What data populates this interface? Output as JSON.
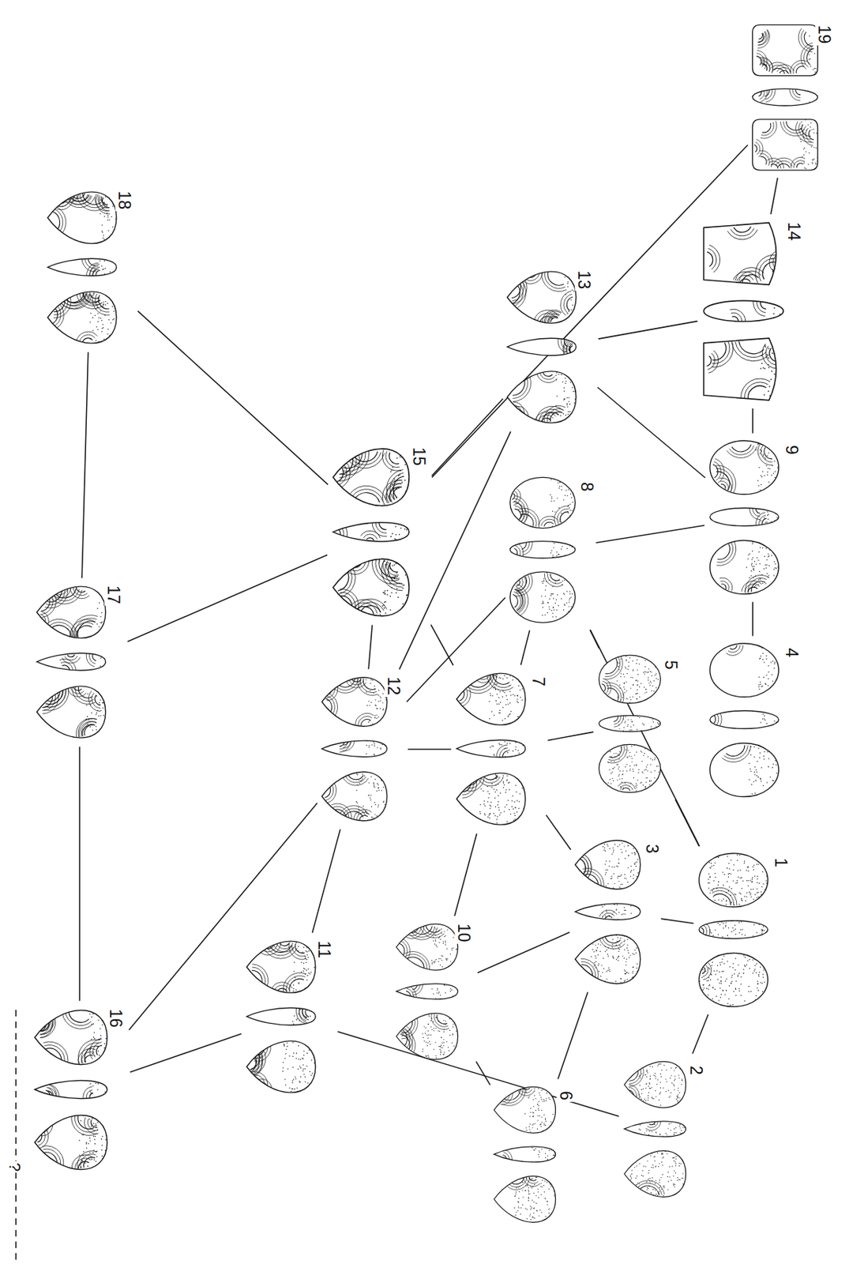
{
  "diagram": {
    "nodes": [
      {
        "text": [
          "1"
        ]
      },
      {
        "text": [
          "2"
        ]
      },
      {
        "text": [
          "3"
        ]
      },
      {
        "text": [
          "4"
        ]
      },
      {
        "text": [
          "5"
        ]
      },
      {
        "text": [
          "6"
        ]
      },
      {
        "text": [
          "7"
        ]
      },
      {
        "text": [
          "8"
        ]
      },
      {
        "text": [
          "9"
        ]
      },
      {
        "text": [
          "10"
        ]
      },
      {
        "text": [
          "11"
        ]
      },
      {
        "text": [
          "12"
        ]
      },
      {
        "text": [
          "13"
        ]
      },
      {
        "text": [
          "14"
        ]
      },
      {
        "text": [
          "15"
        ]
      },
      {
        "text": [
          "16"
        ]
      },
      {
        "text": [
          "17"
        ]
      },
      {
        "text": [
          "18"
        ]
      },
      {
        "text": [
          "19"
        ]
      }
    ],
    "edges": [
      {
        "from": 18,
        "to": 13,
        "arrow": "none"
      },
      {
        "from": 18,
        "to": 14,
        "arrow": "none"
      },
      {
        "from": 13,
        "to": 12,
        "arrow": "none"
      },
      {
        "from": 13,
        "to": 8,
        "arrow": "none"
      },
      {
        "from": 8,
        "to": 3,
        "arrow": "none"
      },
      {
        "from": 8,
        "to": 7,
        "arrow": "none"
      },
      {
        "from": 8,
        "to": 12,
        "arrow": "none"
      },
      {
        "from": 12,
        "to": 14,
        "arrow": "none"
      },
      {
        "from": 12,
        "to": 11,
        "arrow": "none"
      },
      {
        "from": 17,
        "to": 14,
        "arrow": "none"
      },
      {
        "from": 17,
        "to": 16,
        "arrow": "none"
      },
      {
        "from": 16,
        "to": 14,
        "arrow": "none"
      },
      {
        "from": 16,
        "to": 15,
        "arrow": "none"
      },
      {
        "from": 15,
        "to": 10,
        "arrow": "none"
      },
      {
        "from": 15,
        "to": 11,
        "arrow": "none"
      },
      {
        "from": 14,
        "to": 11,
        "arrow": "none"
      },
      {
        "from": 14,
        "to": 6,
        "arrow": "none"
      },
      {
        "from": 11,
        "to": 6,
        "arrow": "none"
      },
      {
        "from": 11,
        "to": 7,
        "arrow": "none"
      },
      {
        "from": 10,
        "to": 11,
        "arrow": "none"
      },
      {
        "from": 6,
        "to": 7,
        "arrow": "none"
      },
      {
        "from": 6,
        "to": 2,
        "arrow": "none"
      },
      {
        "from": 6,
        "to": 4,
        "arrow": "none"
      },
      {
        "from": 6,
        "to": 9,
        "arrow": "none"
      },
      {
        "from": 7,
        "to": 4,
        "arrow": "none"
      },
      {
        "from": 7,
        "to": 0,
        "arrow": "none"
      },
      {
        "from": 4,
        "to": 0,
        "arrow": "none"
      },
      {
        "from": 2,
        "to": 0,
        "arrow": "none"
      },
      {
        "from": 2,
        "to": 9,
        "arrow": "none"
      },
      {
        "from": 2,
        "to": 5,
        "arrow": "none"
      },
      {
        "from": 0,
        "to": 1,
        "arrow": "none"
      },
      {
        "from": 1,
        "to": 10,
        "arrow": "none"
      },
      {
        "from": 9,
        "to": 5,
        "arrow": "none"
      }
    ],
    "labels": [
      "?"
    ]
  }
}
